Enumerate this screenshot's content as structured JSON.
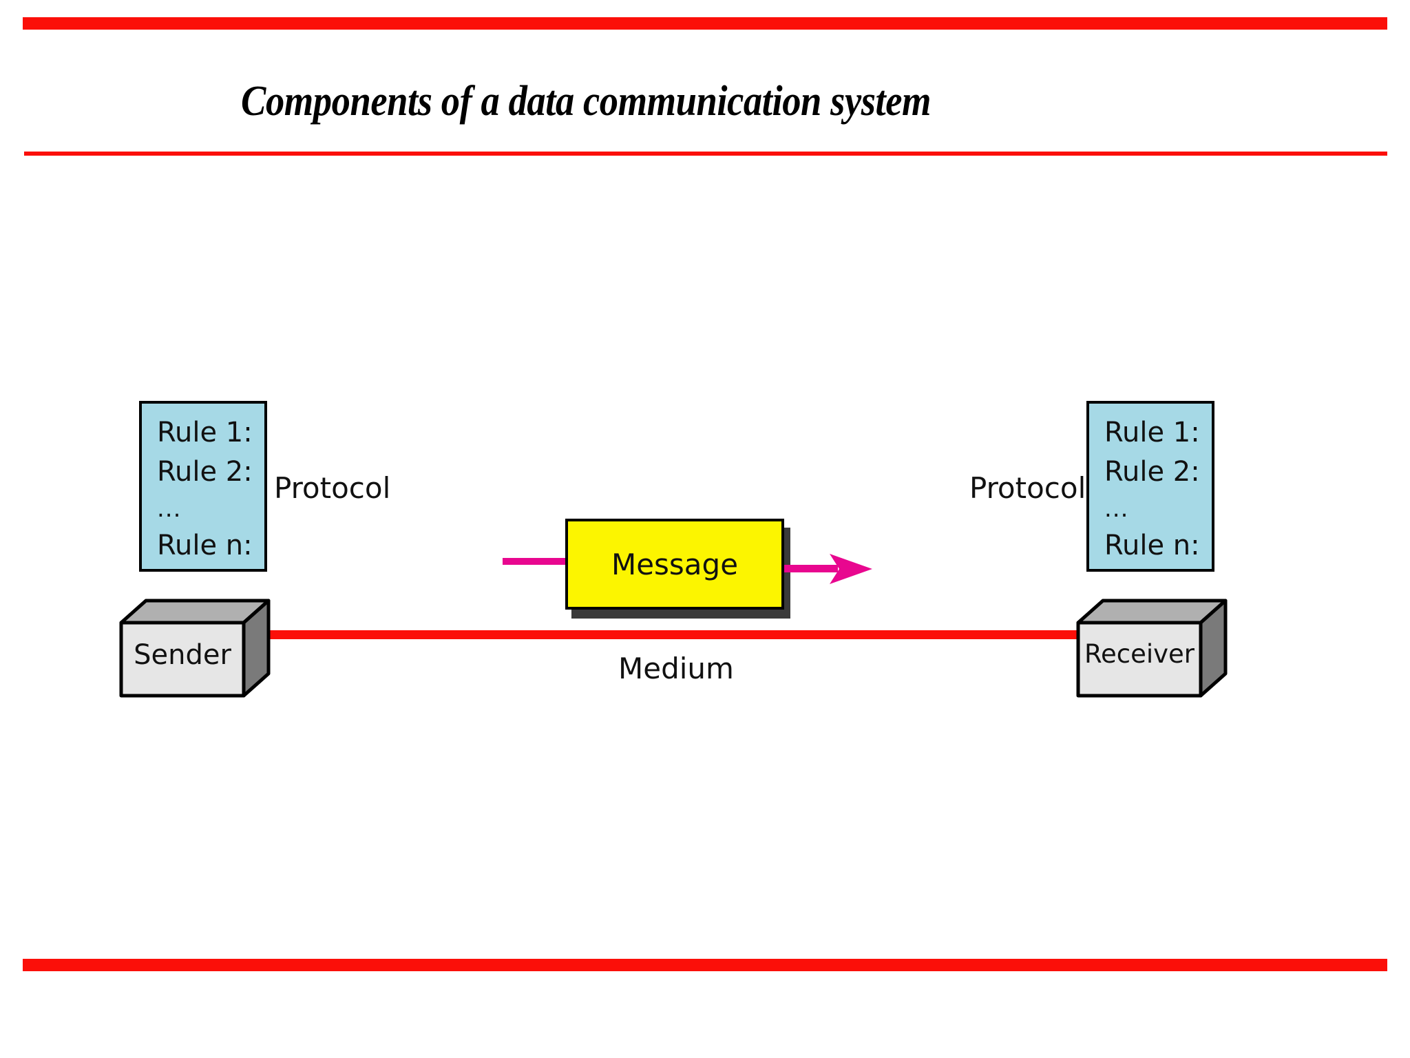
{
  "slide": {
    "title": "Components of a data communication system",
    "accent_color": "#fb0f09",
    "background": "#ffffff"
  },
  "diagram": {
    "type": "block-diagram",
    "sender": {
      "label": "Sender",
      "face_color": "#e6e6e6",
      "top_color": "#b0b0b0",
      "side_color": "#7a7a7a"
    },
    "receiver": {
      "label": "Receiver",
      "face_color": "#e6e6e6",
      "top_color": "#b0b0b0",
      "side_color": "#7a7a7a"
    },
    "protocol_sender": {
      "caption": "Protocol",
      "box_color": "#a6d9e6",
      "rules": [
        "Rule 1:",
        "Rule 2:",
        "...",
        "Rule n:"
      ]
    },
    "protocol_receiver": {
      "caption": "Protocol",
      "box_color": "#a6d9e6",
      "rules": [
        "Rule 1:",
        "Rule 2:",
        "...",
        "Rule n:"
      ]
    },
    "message": {
      "label": "Message",
      "box_color": "#fcf500",
      "shadow_color": "#3a3a3a",
      "arrow_color": "#e8078f",
      "arrow_direction": "left-to-right"
    },
    "medium": {
      "label": "Medium",
      "line_color": "#fb0f09"
    }
  }
}
